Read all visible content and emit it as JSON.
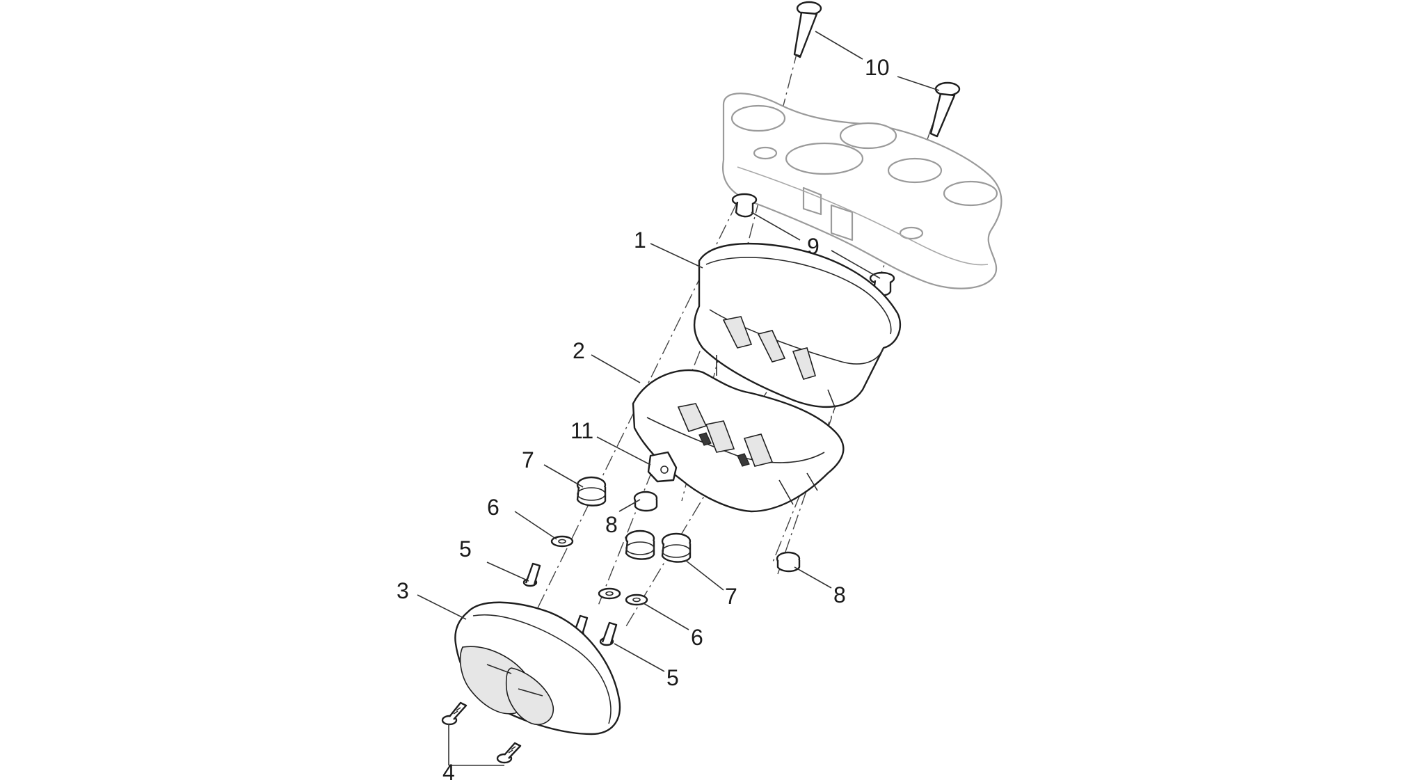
{
  "callouts": {
    "c1": "1",
    "c2": "2",
    "c3": "3",
    "c4": "4",
    "c5a": "5",
    "c5b": "5",
    "c6a": "6",
    "c6b": "6",
    "c7a": "7",
    "c7b": "7",
    "c8a": "8",
    "c8b": "8",
    "c9": "9",
    "c10": "10",
    "c11": "11"
  }
}
